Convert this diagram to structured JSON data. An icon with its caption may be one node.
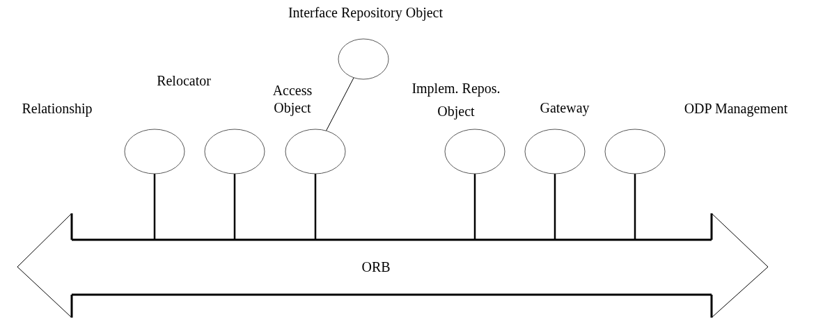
{
  "diagram": {
    "nodes": [
      {
        "text": [
          "Interface Repository Object"
        ]
      },
      {
        "text": [
          "Relationship"
        ]
      },
      {
        "text": [
          "Relocator"
        ]
      },
      {
        "text": [
          "Access Object"
        ]
      },
      {
        "text": [
          "Implem. Repos. Object"
        ]
      },
      {
        "text": [
          "Gateway"
        ]
      },
      {
        "text": [
          "ODP Management"
        ]
      },
      {
        "text": [
          "ORB"
        ]
      }
    ],
    "edges": [
      {
        "from": 0,
        "to": 3,
        "arrow": "none"
      },
      {
        "from": 1,
        "to": 7,
        "arrow": "none"
      },
      {
        "from": 2,
        "to": 7,
        "arrow": "none"
      },
      {
        "from": 3,
        "to": 7,
        "arrow": "none"
      },
      {
        "from": 4,
        "to": 7,
        "arrow": "none"
      },
      {
        "from": 5,
        "to": 7,
        "arrow": "none"
      },
      {
        "from": 6,
        "to": 7,
        "arrow": "none"
      }
    ]
  }
}
